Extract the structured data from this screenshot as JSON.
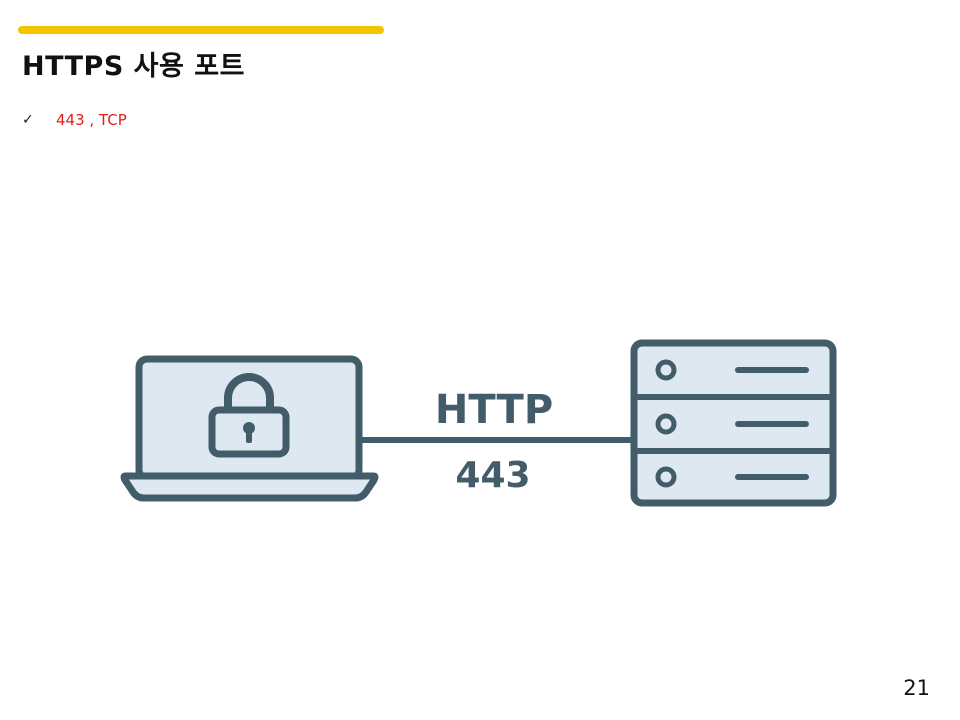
{
  "slide": {
    "title": "HTTPS 사용 포트",
    "bullets": [
      {
        "check": "✓",
        "text": "443 , TCP"
      }
    ],
    "page_number": "21"
  },
  "diagram": {
    "protocol_label": "HTTP",
    "port_label": "443",
    "client_icon": "laptop-with-lock-icon",
    "server_icon": "server-rack-icon",
    "colors": {
      "stroke": "#435c6a",
      "fill": "#dde8f1",
      "accent": "#f5c400",
      "highlight_text": "#e0201a"
    }
  }
}
